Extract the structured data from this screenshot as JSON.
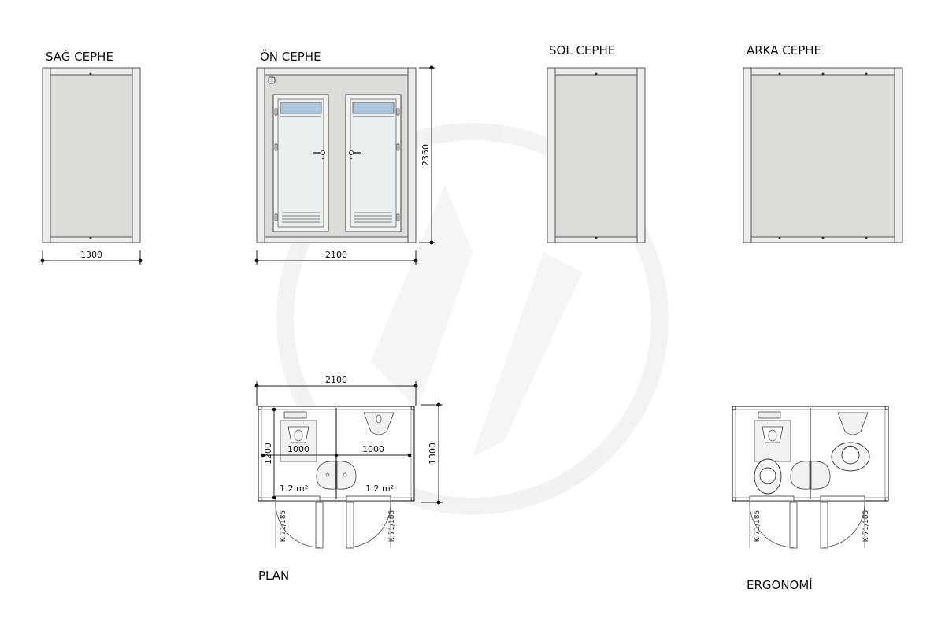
{
  "views": {
    "right": {
      "title": "SAĞ CEPHE",
      "width_dim": "1300"
    },
    "front": {
      "title": "ÖN CEPHE",
      "width_dim": "2100",
      "height_dim": "2350"
    },
    "left": {
      "title": "SOL CEPHE"
    },
    "back": {
      "title": "ARKA CEPHE"
    }
  },
  "plan": {
    "title": "PLAN",
    "width_dim": "2100",
    "depth_dim": "1300",
    "room_depth_dim": "1200",
    "left_room_width": "1000",
    "right_room_width": "1000",
    "left_area": "1.2 m²",
    "right_area": "1.2 m²",
    "door_left_label": "K 71/185",
    "door_right_label": "K 71/185"
  },
  "ergonomi": {
    "title": "ERGONOMİ",
    "door_left_label": "K 71/185",
    "door_right_label": "K 71/185"
  },
  "colors": {
    "panel": "#dcdcd8",
    "frame": "#ececea",
    "line": "#222222",
    "glass": "#a9c6dc",
    "watermark": "#f0f0f0"
  }
}
